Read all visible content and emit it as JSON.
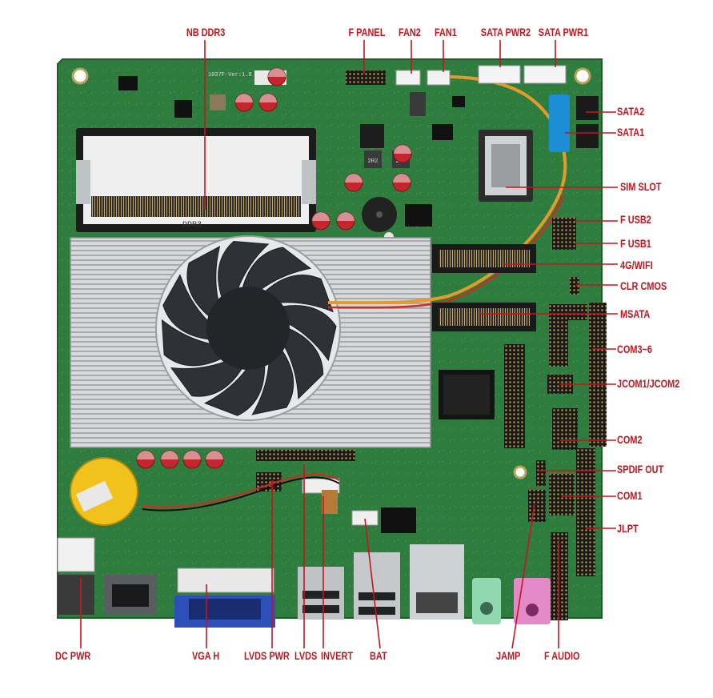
{
  "labels": {
    "nb_ddr3": "NB DDR3",
    "f_panel": "F PANEL",
    "fan2": "FAN2",
    "fan1": "FAN1",
    "sata_pwr2": "SATA PWR2",
    "sata_pwr1": "SATA PWR1",
    "sata2": "SATA2",
    "sata1": "SATA1",
    "sim_slot": "SIM SLOT",
    "f_usb2": "F USB2",
    "f_usb1": "F USB1",
    "wifi_4g": "4G/WIFI",
    "clr_cmos": "CLR CMOS",
    "msata": "MSATA",
    "com3_6": "COM3~6",
    "jcom": "JCOM1/JCOM2",
    "com2": "COM2",
    "spdif_out": "SPDIF OUT",
    "com1": "COM1",
    "jlpt": "JLPT",
    "dc_pwr": "DC PWR",
    "vga_h": "VGA H",
    "lvds_pwr": "LVDS PWR",
    "lvds": "LVDS",
    "invert": "INVERT",
    "bat": "BAT",
    "jamp": "JAMP",
    "f_audio": "F AUDIO"
  },
  "board": {
    "silkscreen_version": "1037F-Ver:1.0",
    "dimm_label": "DDR3",
    "chip_marking": "2R2"
  },
  "colors": {
    "pcb": "#2f7d3e",
    "label": "#c8141c",
    "leader": "#c8141c",
    "heatsink": "#c9cbcc",
    "fan": "#2a2d30",
    "sata": "#1b8ed6",
    "audio_green": "#8fd8b0",
    "audio_pink": "#e48ac8",
    "vga_blue": "#2c4fb8",
    "battery": "#f1c21b"
  }
}
